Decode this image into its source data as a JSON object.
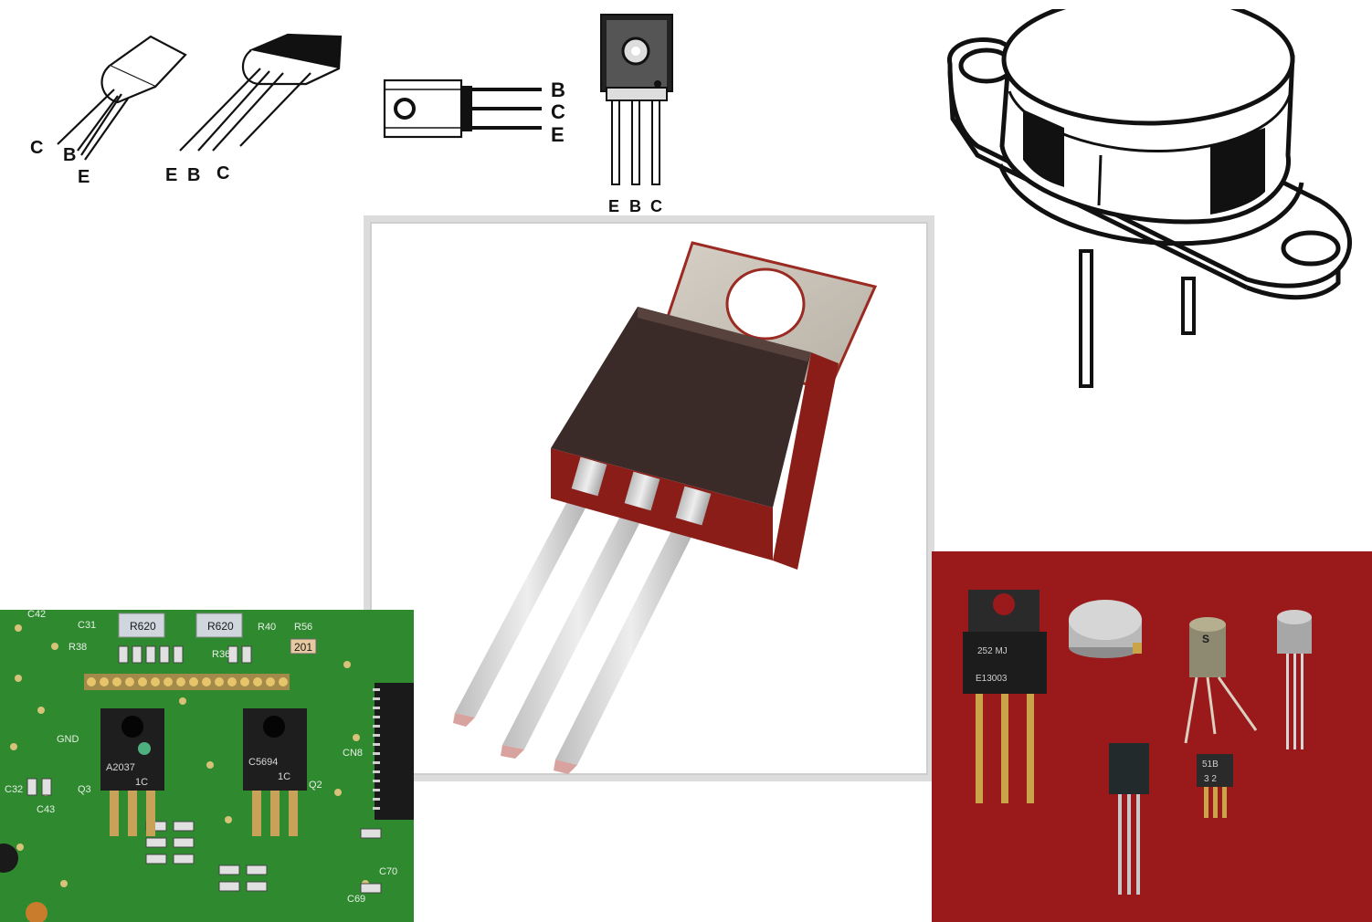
{
  "diagram_to92_a": {
    "pins": [
      "C",
      "B",
      "E"
    ]
  },
  "diagram_to92_b": {
    "pins": [
      "E",
      "B",
      "C"
    ]
  },
  "diagram_to126_side": {
    "pins": [
      "B",
      "C",
      "E"
    ]
  },
  "diagram_to126_front": {
    "pins": [
      "E",
      "B",
      "C"
    ]
  },
  "pcb_photo": {
    "labels": [
      "R620",
      "R620",
      "CN8",
      "GND",
      "Q3",
      "Q2",
      "R38",
      "R36",
      "R40",
      "R56",
      "C31",
      "C42",
      "C43",
      "C32",
      "C69",
      "C70",
      "201"
    ],
    "chip_left": [
      "A2037",
      "1C"
    ],
    "chip_right": [
      "C5694",
      "1C"
    ]
  },
  "red_photo": {
    "to220_text": [
      "252 MJ",
      "E13003"
    ],
    "small_text": [
      "51B",
      "3 2"
    ]
  },
  "colors": {
    "pcb_green": "#2f8a2f",
    "red_backdrop": "#9a1a1c",
    "tab_silver": "#c9c3b9",
    "body_dark": "#3a2b29"
  }
}
